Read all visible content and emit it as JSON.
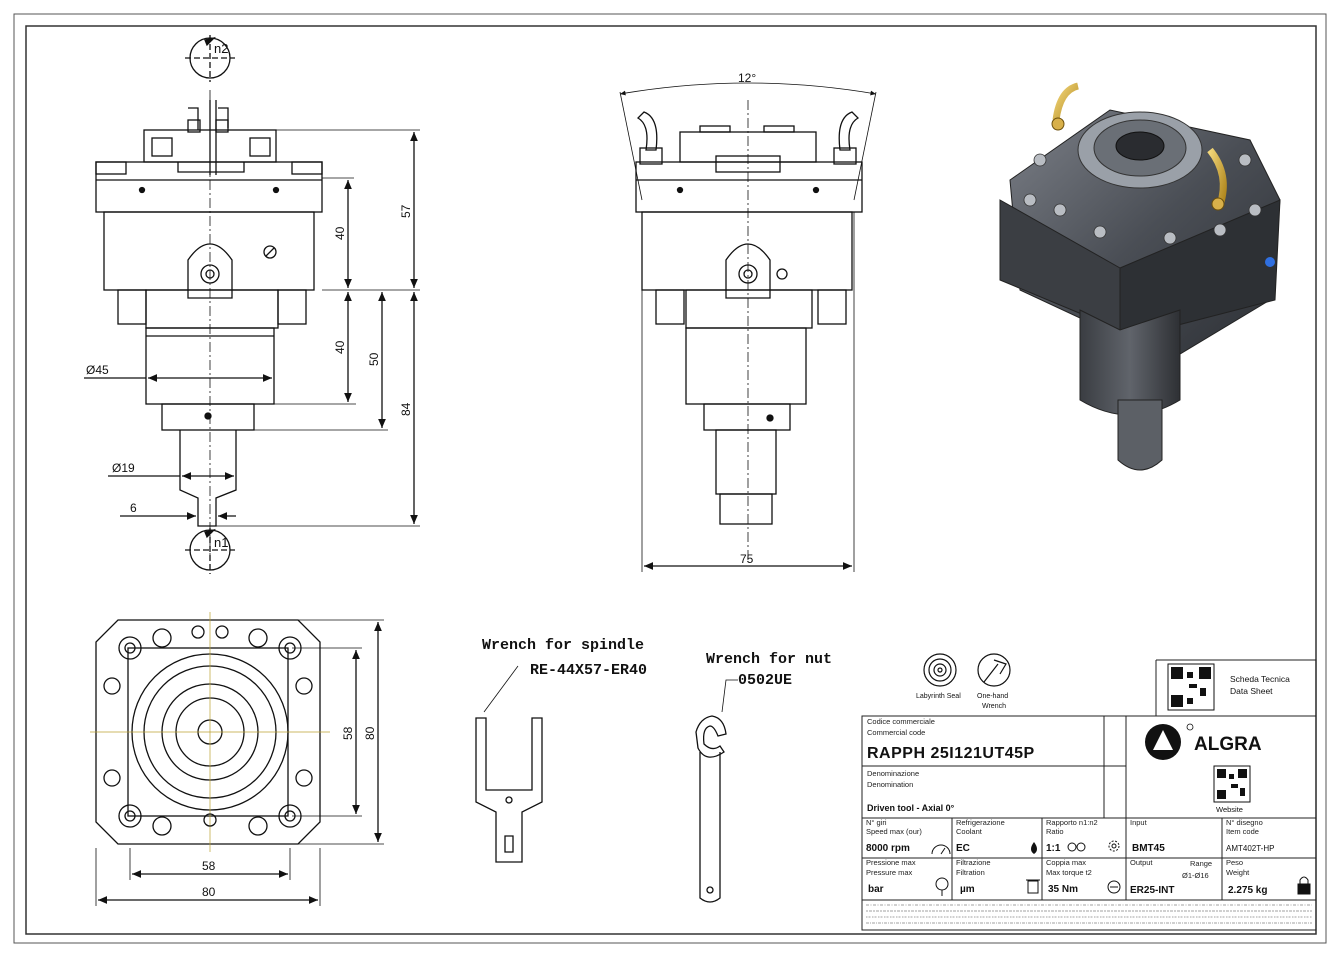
{
  "views": {
    "front": {
      "rot_top": "n2",
      "rot_bottom": "n1",
      "dims": {
        "d45": "45",
        "d19": "19",
        "w6": "6",
        "h40a": "40",
        "h57": "57",
        "h40b": "40",
        "h50": "50",
        "h84": "84"
      }
    },
    "side": {
      "angle": "12°",
      "width": "75"
    },
    "bottom": {
      "dims": {
        "w58": "58",
        "w80": "80",
        "h58": "58",
        "h80": "80"
      }
    }
  },
  "wrenches": {
    "spindle_title": "Wrench for spindle",
    "spindle_code": "RE-44X57-ER40",
    "nut_title": "Wrench for nut",
    "nut_code": "0502UE"
  },
  "badges": {
    "labyrinth_seal": "Labyrinth Seal",
    "one_hand_line1": "One-hand",
    "one_hand_line2": "Wrench"
  },
  "title_block": {
    "scheda_line1": "Scheda Tecnica",
    "scheda_line2": "Data Sheet",
    "website": "Website",
    "logo_text": "ALGRA",
    "code_label_it": "Codice commerciale",
    "code_label_en": "Commercial code",
    "code": "RAPPH 25I121UT45P",
    "denom_label_it": "Denominazione",
    "denom_label_en": "Denomination",
    "denomination": "Driven tool - Axial 0°",
    "row1": {
      "speed_label_it": "N° giri",
      "speed_label_en": "Speed max (our)",
      "speed": "8000 rpm",
      "coolant_label_it": "Refrigerazione",
      "coolant_label_en": "Coolant",
      "coolant": "EC",
      "ratio_label_it": "Rapporto n1:n2",
      "ratio_label_en": "Ratio",
      "ratio": "1:1",
      "input_label": "Input",
      "input": "BMT45",
      "drawing_label_it": "N° disegno",
      "drawing_label_en": "Item code",
      "drawing": "AMT402T-HP"
    },
    "row2": {
      "pressure_label_it": "Pressione max",
      "pressure_label_en": "Pressure max",
      "pressure": "bar",
      "filter_label_it": "Filtrazione",
      "filter_label_en": "Filtration",
      "filter": "µm",
      "torque_label_it": "Coppia max",
      "torque_label_en": "Max torque t2",
      "torque": "35 Nm",
      "output_label": "Output",
      "range_label": "Range",
      "range": "Ø1-Ø16",
      "output": "ER25-INT",
      "weight_label_it": "Peso",
      "weight_label_en": "Weight",
      "weight": "2.275 kg"
    }
  }
}
